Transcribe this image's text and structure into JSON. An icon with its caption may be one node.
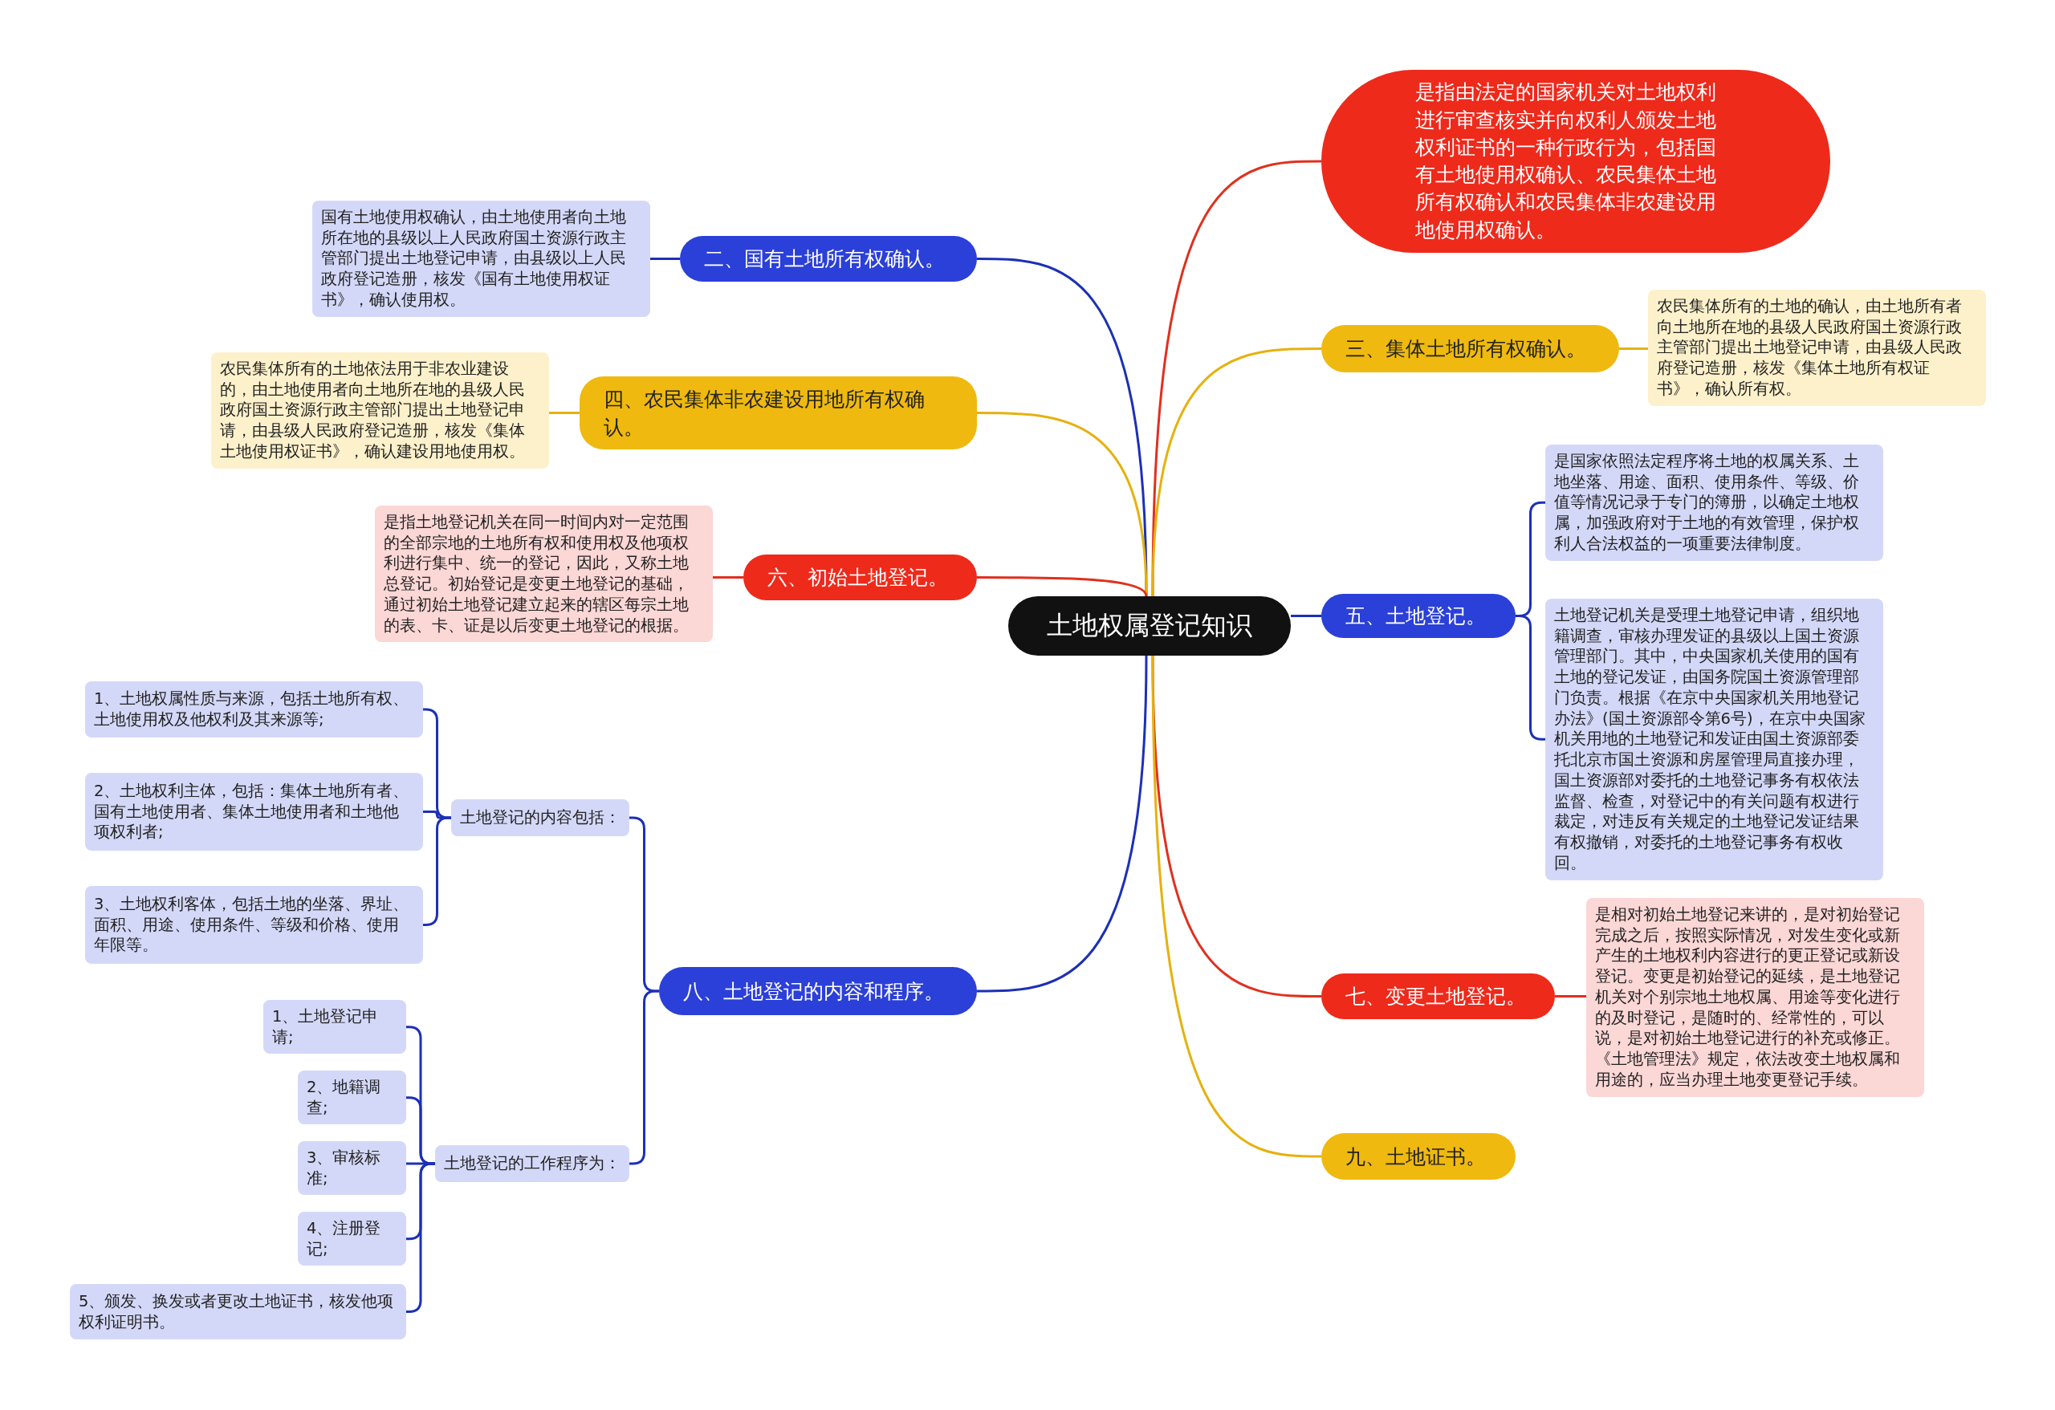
{
  "diagram": {
    "nodes": [
      {
        "text": [
          "土地权属登记知识"
        ]
      },
      {
        "text": [
          "是指由法定的国家机关对土地权利进行审查核实并向权利人颁发土地权利证书的一种行政行为，包括国有土地使用权确认、农民集体土地所有权确认和农民集体非农建设用地使用权确认。"
        ]
      },
      {
        "text": [
          "二、国有土地所有权确认。"
        ]
      },
      {
        "text": [
          "国有土地使用权确认，由土地使用者向土地所在地的县级以上人民政府国土资源行政主管部门提出土地登记申请，由县级以上人民政府登记造册，核发《国有土地使用权证书》，确认使用权。"
        ]
      },
      {
        "text": [
          "三、集体土地所有权确认。"
        ]
      },
      {
        "text": [
          "农民集体所有的土地的确认，由土地所有者向土地所在地的县级人民政府国土资源行政主管部门提出土地登记申请，由县级人民政府登记造册，核发《集体土地所有权证书》，确认所有权。"
        ]
      },
      {
        "text": [
          "四、农民集体非农建设用地所有权确认。"
        ]
      },
      {
        "text": [
          "农民集体所有的土地依法用于非农业建设的，由土地使用者向土地所在地的县级人民政府国土资源行政主管部门提出土地登记申请，由县级人民政府登记造册，核发《集体土地使用权证书》，确认建设用地使用权。"
        ]
      },
      {
        "text": [
          "五、土地登记。"
        ]
      },
      {
        "text": [
          "是国家依照法定程序将土地的权属关系、土地坐落、用途、面积、使用条件、等级、价值等情况记录于专门的簿册，以确定土地权属，加强政府对于土地的有效管理，保护权利人合法权益的一项重要法律制度。"
        ]
      },
      {
        "text": [
          "土地登记机关是受理土地登记申请，组织地籍调查，审核办理发证的县级以上国土资源管理部门。其中，中央国家机关使用的国有土地的登记发证，由国务院国土资源管理部门负责。根据《在京中央国家机关用地登记办法》(国土资源部令第6号)，在京中央国家机关用地的土地登记和发证由国土资源部委托北京市国土资源和房屋管理局直接办理，国土资源部对委托的土地登记事务有权依法监督、检查，对登记中的有关问题有权进行裁定，对违反有关规定的土地登记发证结果有权撤销，对委托的土地登记事务有权收回。"
        ]
      },
      {
        "text": [
          "六、初始土地登记。"
        ]
      },
      {
        "text": [
          "是指土地登记机关在同一时间内对一定范围的全部宗地的土地所有权和使用权及他项权利进行集中、统一的登记，因此，又称土地总登记。初始登记是变更土地登记的基础，通过初始土地登记建立起来的辖区每宗土地的表、卡、证是以后变更土地登记的根据。"
        ]
      },
      {
        "text": [
          "七、变更土地登记。"
        ]
      },
      {
        "text": [
          "是相对初始土地登记来讲的，是对初始登记完成之后，按照实际情况，对发生变化或新产生的土地权利内容进行的更正登记或新设登记。变更是初始登记的延续，是土地登记机关对个别宗地土地权属、用途等变化进行的及时登记，是随时的、经常性的，可以说，是对初始土地登记进行的补充或修正。《土地管理法》规定，依法改变土地权属和用途的，应当办理土地变更登记手续。"
        ]
      },
      {
        "text": [
          "八、土地登记的内容和程序。"
        ]
      },
      {
        "text": [
          "土地登记的内容包括："
        ]
      },
      {
        "text": [
          "1、土地权属性质与来源，包括土地所有权、土地使用权及他权利及其来源等;"
        ]
      },
      {
        "text": [
          "2、土地权利主体，包括：集体土地所有者、国有土地使用者、集体土地使用者和土地他项权利者;"
        ]
      },
      {
        "text": [
          "3、土地权利客体，包括土地的坐落、界址、面积、用途、使用条件、等级和价格、使用年限等。"
        ]
      },
      {
        "text": [
          "土地登记的工作程序为："
        ]
      },
      {
        "text": [
          "1、土地登记申请;"
        ]
      },
      {
        "text": [
          "2、地籍调查;"
        ]
      },
      {
        "text": [
          "3、审核标准;"
        ]
      },
      {
        "text": [
          "4、注册登记;"
        ]
      },
      {
        "text": [
          "5、颁发、换发或者更改土地证书，核发他项权利证明书。"
        ]
      },
      {
        "text": [
          "九、土地证书。"
        ]
      }
    ],
    "edges": [
      {
        "from": 0,
        "to": 1,
        "arrow": "none",
        "color": "#e0301e"
      },
      {
        "from": 0,
        "to": 2,
        "arrow": "none"
      },
      {
        "from": 2,
        "to": 3,
        "arrow": "none"
      },
      {
        "from": 0,
        "to": 4,
        "arrow": "none",
        "color": "#e6b10e"
      },
      {
        "from": 4,
        "to": 5,
        "arrow": "none",
        "color": "#e6b10e"
      },
      {
        "from": 0,
        "to": 6,
        "arrow": "none",
        "color": "#e6b10e"
      },
      {
        "from": 6,
        "to": 7,
        "arrow": "none",
        "color": "#e6b10e"
      },
      {
        "from": 0,
        "to": 8,
        "arrow": "none"
      },
      {
        "from": 8,
        "to": 9,
        "arrow": "none"
      },
      {
        "from": 8,
        "to": 10,
        "arrow": "none"
      },
      {
        "from": 0,
        "to": 11,
        "arrow": "none",
        "color": "#e0301e"
      },
      {
        "from": 11,
        "to": 12,
        "arrow": "none",
        "color": "#e0301e"
      },
      {
        "from": 0,
        "to": 13,
        "arrow": "none",
        "color": "#e0301e"
      },
      {
        "from": 13,
        "to": 14,
        "arrow": "none",
        "color": "#e0301e"
      },
      {
        "from": 0,
        "to": 15,
        "arrow": "none"
      },
      {
        "from": 15,
        "to": 16,
        "arrow": "none"
      },
      {
        "from": 16,
        "to": 17,
        "arrow": "none"
      },
      {
        "from": 16,
        "to": 18,
        "arrow": "none"
      },
      {
        "from": 16,
        "to": 19,
        "arrow": "none"
      },
      {
        "from": 15,
        "to": 20,
        "arrow": "none"
      },
      {
        "from": 20,
        "to": 21,
        "arrow": "none"
      },
      {
        "from": 20,
        "to": 22,
        "arrow": "none"
      },
      {
        "from": 20,
        "to": 23,
        "arrow": "none"
      },
      {
        "from": 20,
        "to": 24,
        "arrow": "none"
      },
      {
        "from": 20,
        "to": 25,
        "arrow": "none"
      },
      {
        "from": 0,
        "to": 26,
        "arrow": "none",
        "color": "#e6b10e"
      }
    ]
  }
}
